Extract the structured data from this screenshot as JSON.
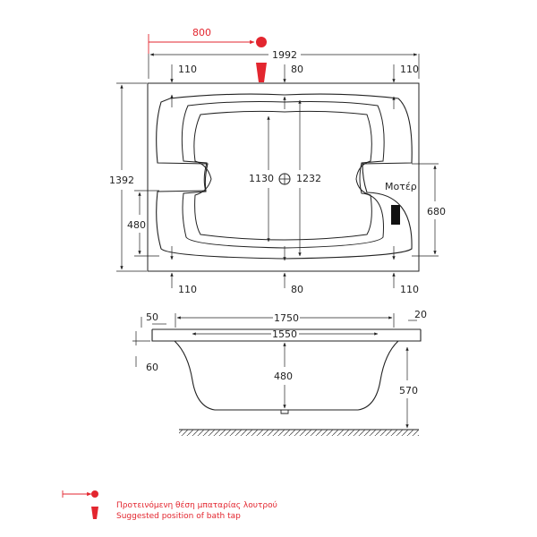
{
  "plan_view": {
    "tap_offset": "800",
    "overall_length": "1992",
    "overall_width": "1392",
    "rim_top_left": "110",
    "rim_top_center": "80",
    "rim_top_right": "110",
    "rim_bottom_left": "110",
    "rim_bottom_center": "80",
    "rim_bottom_right": "110",
    "inner_width": "1130",
    "outer_inner_width": "1232",
    "left_height": "480",
    "right_height": "680",
    "motor_label": "Μοτέρ"
  },
  "section_view": {
    "rim_left": "50",
    "top_length": "1750",
    "rim_right": "20",
    "bottom_length": "1550",
    "rim_thickness": "60",
    "depth": "480",
    "total_height": "570"
  },
  "legend": {
    "text_greek": "Προτεινόμενη θέση μπαταρίας λουτρού",
    "text_english": "Suggested position of bath tap"
  },
  "colors": {
    "accent": "#e3262f",
    "line": "#222222"
  }
}
